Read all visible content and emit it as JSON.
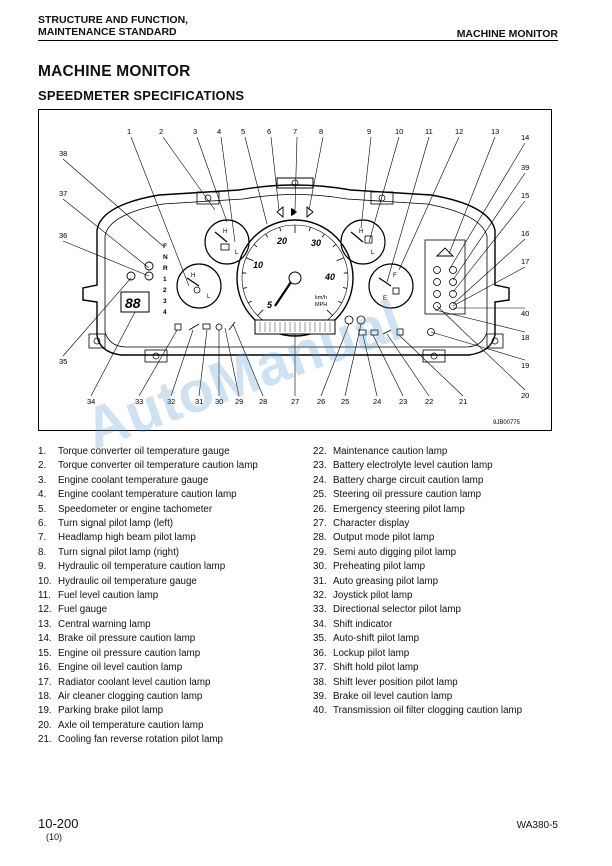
{
  "header": {
    "section_line1": "STRUCTURE AND FUNCTION,",
    "section_line2": "MAINTENANCE STANDARD",
    "chapter": "MACHINE MONITOR"
  },
  "title": "MACHINE MONITOR",
  "subtitle": "SPEEDMETER SPECIFICATIONS",
  "figure": {
    "ref": "9JB00775",
    "speedo_ticks": [
      "5",
      "10",
      "20",
      "30",
      "40"
    ],
    "speedo_units": [
      "km/h",
      "MPH"
    ],
    "gear_labels": [
      "F",
      "N",
      "R",
      "1",
      "2",
      "3",
      "4"
    ],
    "gauge_hl": [
      "H",
      "L"
    ],
    "gauge_fe": [
      "F",
      "E"
    ],
    "digits": "88"
  },
  "legend_left": [
    {
      "num": "1.",
      "text": "Torque converter oil temperature gauge"
    },
    {
      "num": "2.",
      "text": "Torque converter oil temperature caution lamp"
    },
    {
      "num": "3.",
      "text": "Engine coolant temperature gauge"
    },
    {
      "num": "4.",
      "text": "Engine coolant temperature caution lamp"
    },
    {
      "num": "5.",
      "text": "Speedometer or engine tachometer"
    },
    {
      "num": "6.",
      "text": "Turn signal pilot lamp (left)"
    },
    {
      "num": "7.",
      "text": "Headlamp high beam pilot lamp"
    },
    {
      "num": "8.",
      "text": "Turn signal pilot lamp (right)"
    },
    {
      "num": "9.",
      "text": "Hydraulic oil temperature caution lamp"
    },
    {
      "num": "10.",
      "text": "Hydraulic oil temperature gauge"
    },
    {
      "num": "11.",
      "text": "Fuel level caution lamp"
    },
    {
      "num": "12.",
      "text": "Fuel gauge"
    },
    {
      "num": "13.",
      "text": "Central warning lamp"
    },
    {
      "num": "14.",
      "text": "Brake oil pressure caution lamp"
    },
    {
      "num": "15.",
      "text": "Engine oil pressure caution lamp"
    },
    {
      "num": "16.",
      "text": "Engine oil level caution lamp"
    },
    {
      "num": "17.",
      "text": "Radiator coolant level caution lamp"
    },
    {
      "num": "18.",
      "text": "Air cleaner clogging caution lamp"
    },
    {
      "num": "19.",
      "text": "Parking brake pilot lamp"
    },
    {
      "num": "20.",
      "text": "Axle oil temperature caution lamp"
    },
    {
      "num": "21.",
      "text": "Cooling fan reverse rotation pilot lamp"
    }
  ],
  "legend_right": [
    {
      "num": "22.",
      "text": "Maintenance caution lamp"
    },
    {
      "num": "23.",
      "text": "Battery electrolyte level caution lamp"
    },
    {
      "num": "24.",
      "text": "Battery charge circuit caution lamp"
    },
    {
      "num": "25.",
      "text": "Steering oil pressure caution lamp"
    },
    {
      "num": "26.",
      "text": "Emergency steering pilot lamp"
    },
    {
      "num": "27.",
      "text": "Character display"
    },
    {
      "num": "28.",
      "text": "Output mode pilot lamp"
    },
    {
      "num": "29.",
      "text": "Semi auto digging pilot lamp"
    },
    {
      "num": "30.",
      "text": "Preheating pilot lamp"
    },
    {
      "num": "31.",
      "text": "Auto greasing pilot lamp"
    },
    {
      "num": "32.",
      "text": "Joystick pilot lamp"
    },
    {
      "num": "33.",
      "text": "Directional selector pilot lamp"
    },
    {
      "num": "34.",
      "text": "Shift indicator"
    },
    {
      "num": "35.",
      "text": "Auto-shift pilot lamp"
    },
    {
      "num": "36.",
      "text": "Lockup pilot lamp"
    },
    {
      "num": "37.",
      "text": "Shift hold pilot lamp"
    },
    {
      "num": "38.",
      "text": "Shift lever position pilot lamp"
    },
    {
      "num": "39.",
      "text": "Brake oil level caution lamp"
    },
    {
      "num": "40.",
      "text": "Transmission oil filter clogging caution lamp"
    }
  ],
  "watermark": "AutoManual",
  "footer": {
    "page": "10-200",
    "revision": "(10)",
    "model": "WA380-5"
  },
  "callouts": [
    {
      "n": "1"
    },
    {
      "n": "2"
    },
    {
      "n": "3"
    },
    {
      "n": "4"
    },
    {
      "n": "5"
    },
    {
      "n": "6"
    },
    {
      "n": "7"
    },
    {
      "n": "8"
    },
    {
      "n": "9"
    },
    {
      "n": "10"
    },
    {
      "n": "11"
    },
    {
      "n": "12"
    },
    {
      "n": "13"
    },
    {
      "n": "14"
    },
    {
      "n": "39"
    },
    {
      "n": "15"
    },
    {
      "n": "16"
    },
    {
      "n": "17"
    },
    {
      "n": "40"
    },
    {
      "n": "18"
    },
    {
      "n": "19"
    },
    {
      "n": "20"
    },
    {
      "n": "38"
    },
    {
      "n": "37"
    },
    {
      "n": "36"
    },
    {
      "n": "35"
    },
    {
      "n": "34"
    },
    {
      "n": "33"
    },
    {
      "n": "32"
    },
    {
      "n": "31"
    },
    {
      "n": "30"
    },
    {
      "n": "29"
    },
    {
      "n": "28"
    },
    {
      "n": "27"
    },
    {
      "n": "26"
    },
    {
      "n": "25"
    },
    {
      "n": "24"
    },
    {
      "n": "23"
    },
    {
      "n": "22"
    },
    {
      "n": "21"
    }
  ]
}
